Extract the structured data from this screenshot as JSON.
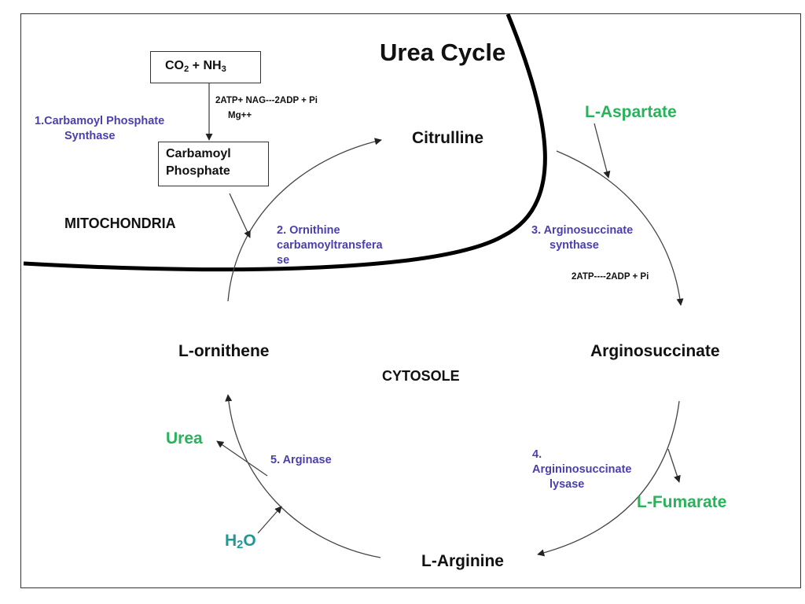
{
  "title": "Urea Cycle",
  "regions": {
    "mitochondria": "MITOCHONDRIA",
    "cytosole": "CYTOSOLE"
  },
  "start_box": {
    "main": "CO",
    "sub1": "2",
    "mid": " + NH",
    "sub2": "3"
  },
  "carbamoyl_box": {
    "line1": "Carbamoyl",
    "line2": "Phosphate"
  },
  "cofactors": {
    "step1_line1": "2ATP+ NAG---2ADP  + Pi",
    "step1_line2": "Mg++",
    "step3": "2ATP----2ADP  + Pi"
  },
  "metabolites": {
    "citrulline": "Citrulline",
    "arginosuccinate": "Arginosuccinate",
    "arginine": "L-Arginine",
    "ornithene": "L-ornithene"
  },
  "inputs_outputs": {
    "aspartate": "L-Aspartate",
    "fumarate": "L-Fumarate",
    "urea": "Urea",
    "water_main": "H",
    "water_sub": "2",
    "water_end": "O"
  },
  "enzymes": {
    "e1_line1": "1.Carbamoyl Phosphate",
    "e1_line2": "Synthase",
    "e2_line1": "2. Ornithine",
    "e2_line2": "carbamoyltransfera",
    "e2_line3": "se",
    "e3_line1": "3. Arginosuccinate",
    "e3_line2": "synthase",
    "e4_line1": "4.",
    "e4_line2": "Argininosuccinate",
    "e4_line3": "lysase",
    "e5": "5. Arginase"
  },
  "colors": {
    "enzyme": "#4a3fae",
    "green": "#27b35a",
    "teal": "#1e9a95"
  }
}
